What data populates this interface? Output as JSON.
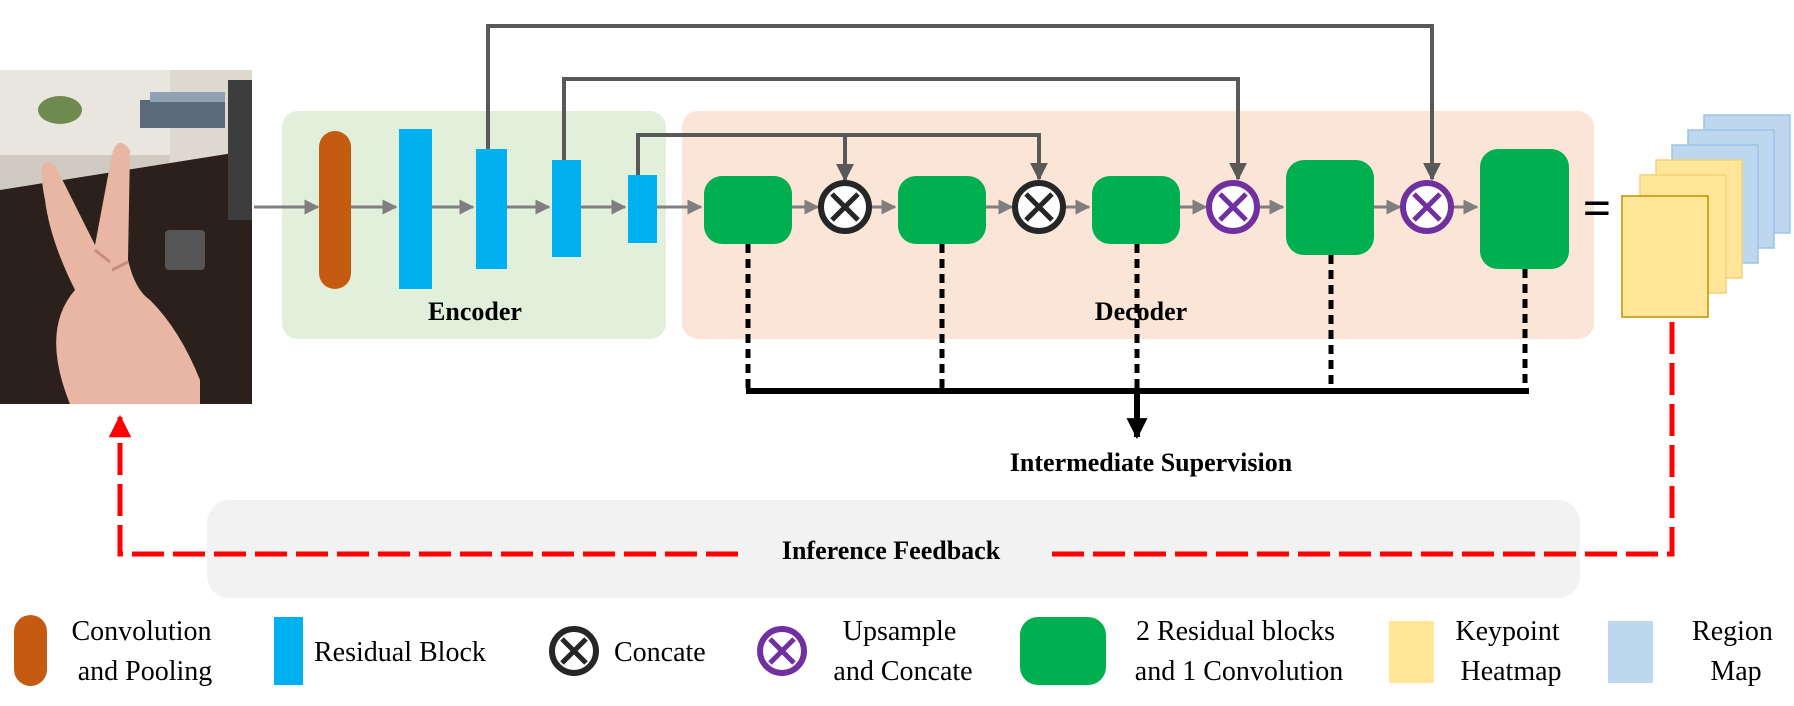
{
  "encoder_label": "Encoder",
  "decoder_label": "Decoder",
  "intermediate_label": "Intermediate Supervision",
  "feedback_label": "Inference Feedback",
  "equals": "=",
  "colors": {
    "conv": "#c55a11",
    "residual": "#00b0f0",
    "green_block": "#00b050",
    "concat_ring": "#262626",
    "upsample_ring": "#7030a0",
    "heatmap": "#ffe699",
    "region": "#bdd7ee",
    "encoder_bg": "#e2efda",
    "decoder_bg": "#fbe5d6",
    "feedback_bg": "#f2f2f2",
    "feedback_line": "#ff0000",
    "arrow": "#7f7f7f"
  },
  "legend": {
    "conv": [
      "Convolution",
      "and Pooling"
    ],
    "residual": [
      "Residual Block"
    ],
    "concat": [
      "Concate"
    ],
    "upsample": [
      "Upsample",
      "and Concate"
    ],
    "green": [
      "2 Residual blocks",
      "and 1 Convolution"
    ],
    "heatmap": [
      "Keypoint",
      "Heatmap"
    ],
    "region": [
      "Region",
      "Map"
    ]
  },
  "icons": {
    "input_image": "hand-photo",
    "concat": "circle-x-icon",
    "upsample": "circle-x-icon"
  }
}
